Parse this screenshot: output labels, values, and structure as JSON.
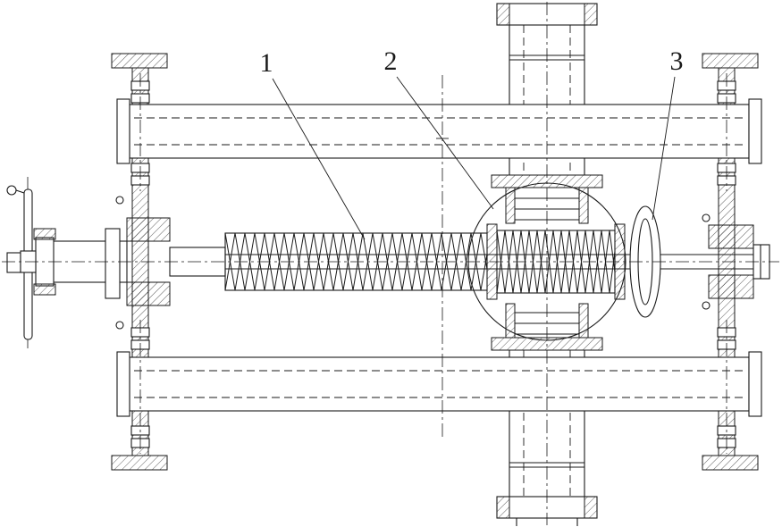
{
  "drawing": {
    "background_color": "#ffffff",
    "line_color": "#1a1a1a",
    "callouts": [
      {
        "label": "1"
      },
      {
        "label": "2"
      },
      {
        "label": "3"
      }
    ]
  }
}
